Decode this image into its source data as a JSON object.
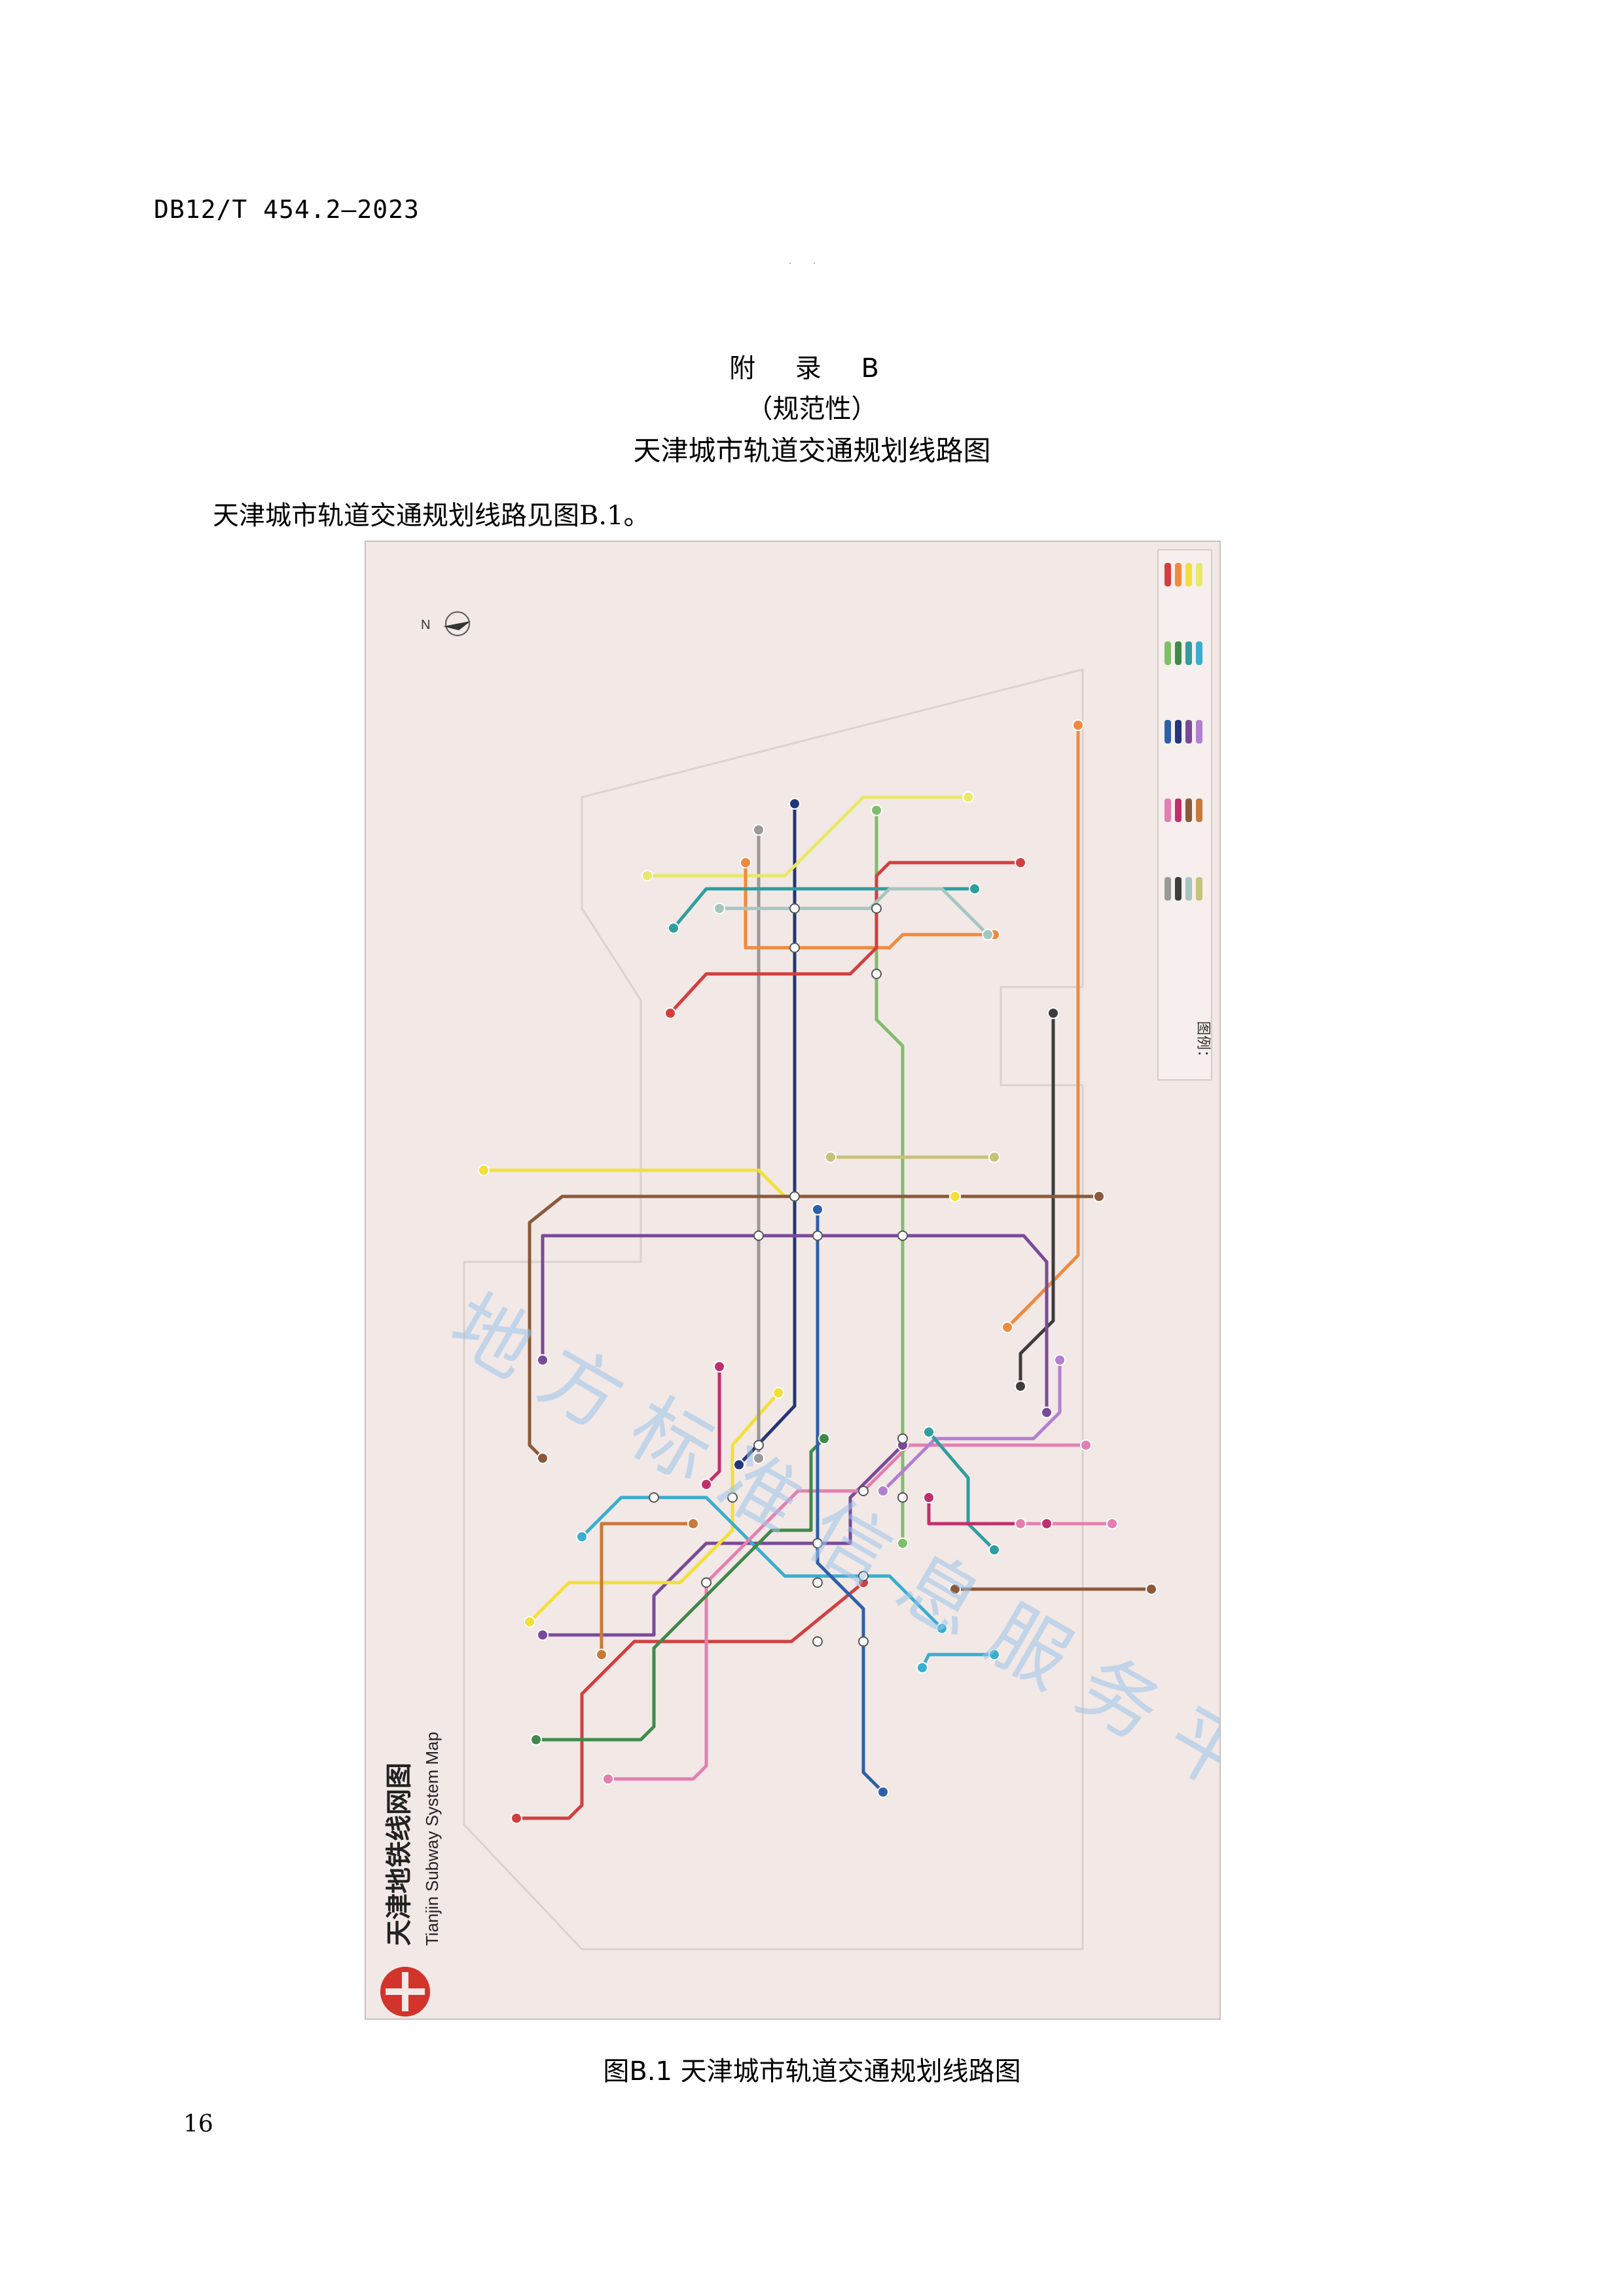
{
  "header": {
    "standard_code": "DB12/T 454.2—2023",
    "marks": "· ·"
  },
  "annex": {
    "title": "附 录 B",
    "type": "（规范性）",
    "name": "天津城市轨道交通规划线路图"
  },
  "intro_text": "天津城市轨道交通规划线路见图B.1。",
  "map": {
    "title_cn": "天津地铁线网图",
    "title_en": "Tianjin Subway System Map",
    "north_label": "N",
    "legend_heading": "图例：",
    "watermark": "地方标准信息服务平台",
    "colors": {
      "background": "#f2e8e6",
      "logo": "#d2332b",
      "watermark": "#9cc4ea",
      "lines": [
        "#d23f3f",
        "#f08a3e",
        "#f2df3a",
        "#e8e86a",
        "#7fbf6a",
        "#3f8a4a",
        "#2f9e9e",
        "#39aecf",
        "#2f5fa8",
        "#23367a",
        "#7a4a9a",
        "#b37fd0",
        "#e47fb0",
        "#c0306a",
        "#8a5a3a",
        "#c87a3a",
        "#999999",
        "#3d3d3d",
        "#a5c6c0",
        "#c7c27a"
      ]
    }
  },
  "caption": "图B.1  天津城市轨道交通规划线路图",
  "page_number": "16"
}
